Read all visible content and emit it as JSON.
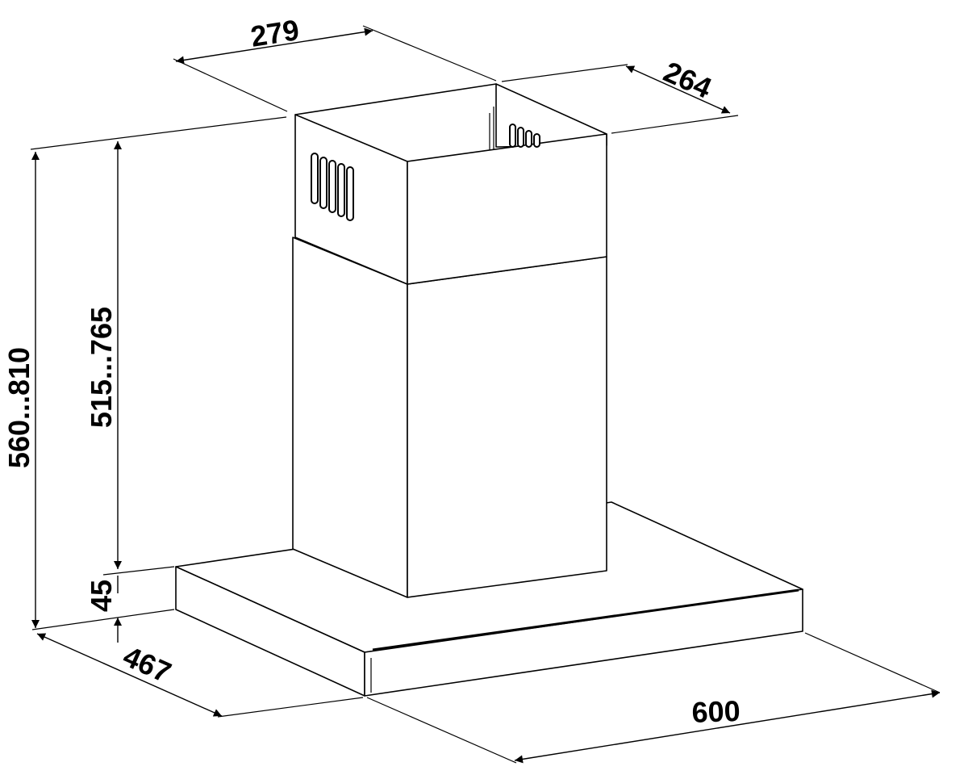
{
  "dimensions": {
    "chimney_width": "279",
    "chimney_depth": "264",
    "total_height": "560...810",
    "chimney_height": "515...765",
    "hood_thickness": "45",
    "hood_depth": "467",
    "hood_width": "600"
  },
  "colors": {
    "line": "#000000",
    "background": "#ffffff"
  }
}
